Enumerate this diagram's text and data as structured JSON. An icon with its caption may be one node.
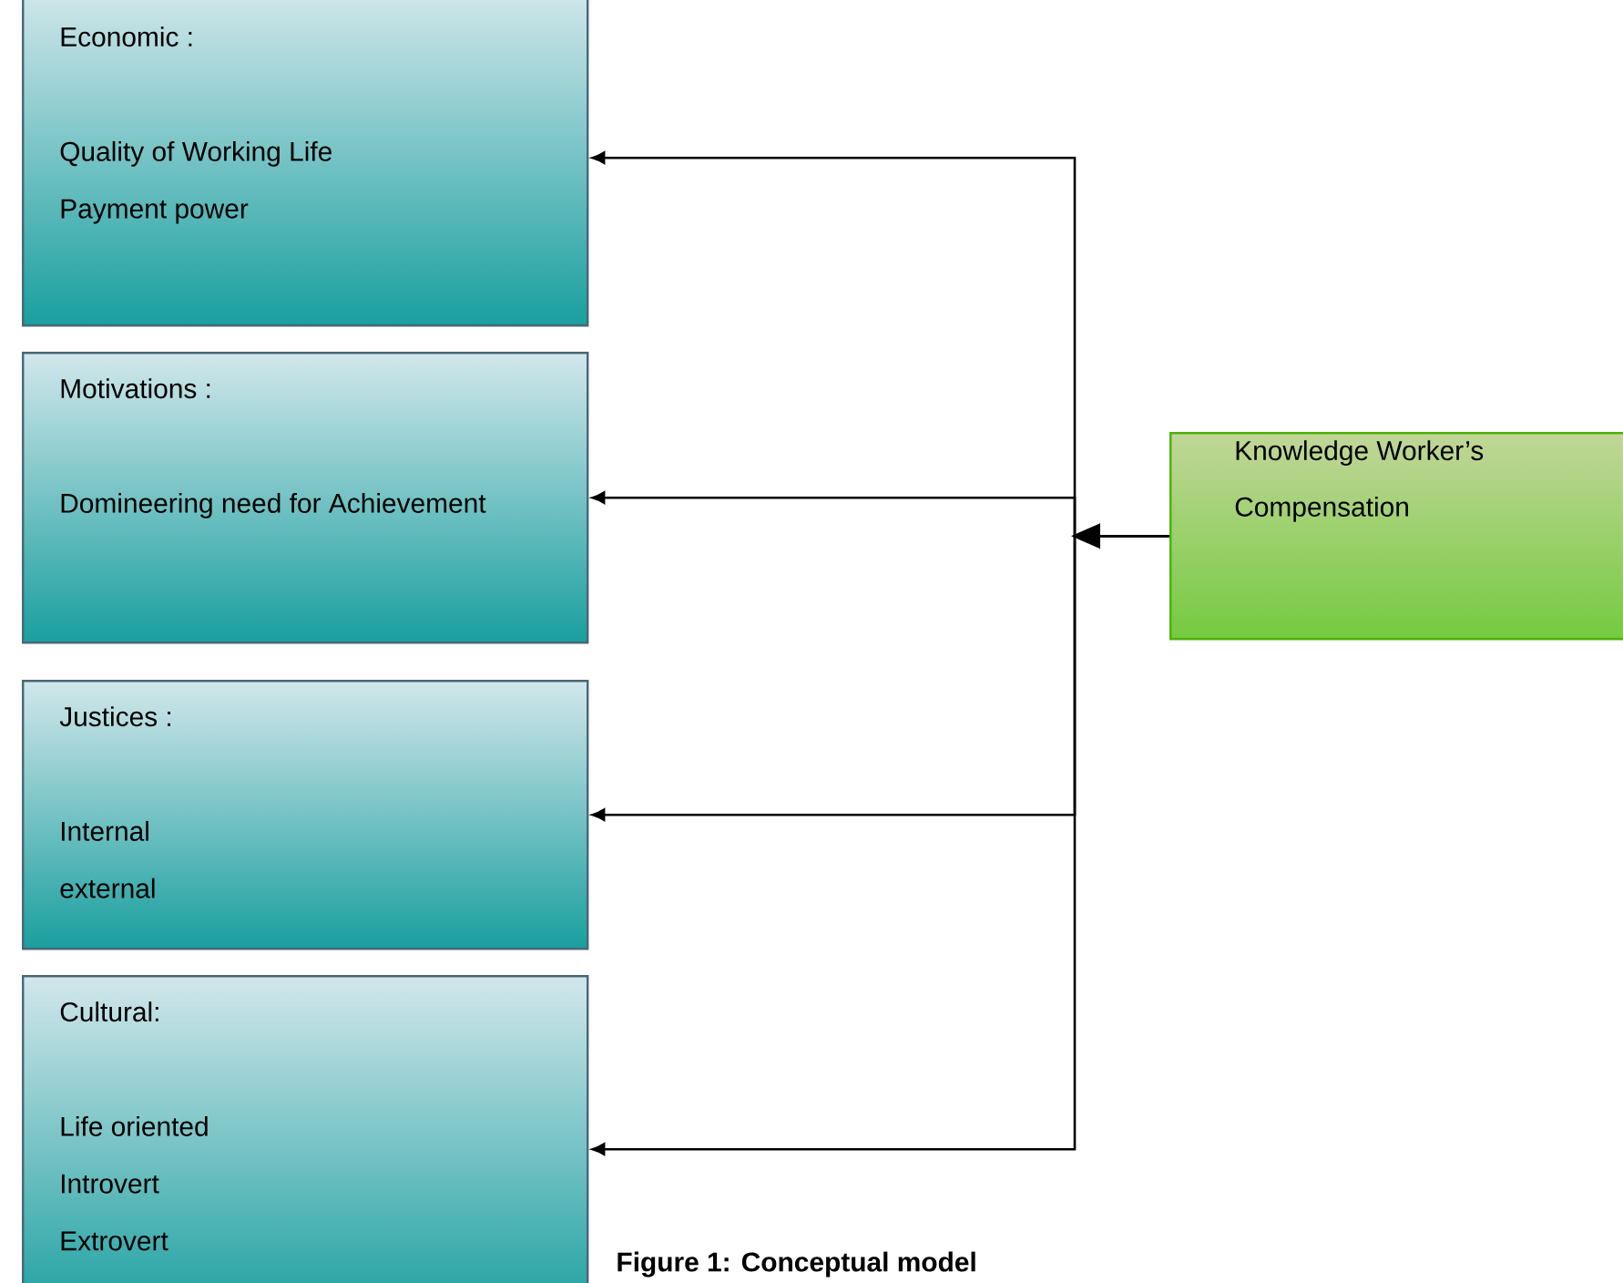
{
  "diagram": {
    "caption": "Figure 1: Conceptual model",
    "nodes": [
      {
        "text": [
          "Economic :",
          "Quality of Working Life",
          "Payment power"
        ]
      },
      {
        "text": [
          "Motivations :",
          "Domineering need for Achievement"
        ]
      },
      {
        "text": [
          "Justices :",
          "Internal",
          "external"
        ]
      },
      {
        "text": [
          "Cultural:",
          "Life oriented",
          "Introvert",
          "Extrovert"
        ]
      },
      {
        "text": [
          "Knowledge Worker’s Compensation"
        ]
      }
    ],
    "edges": [
      {
        "from": 4,
        "to": 0,
        "arrow": "to"
      },
      {
        "from": 4,
        "to": 1,
        "arrow": "to"
      },
      {
        "from": 4,
        "to": 2,
        "arrow": "to"
      },
      {
        "from": 4,
        "to": 3,
        "arrow": "to"
      }
    ]
  }
}
